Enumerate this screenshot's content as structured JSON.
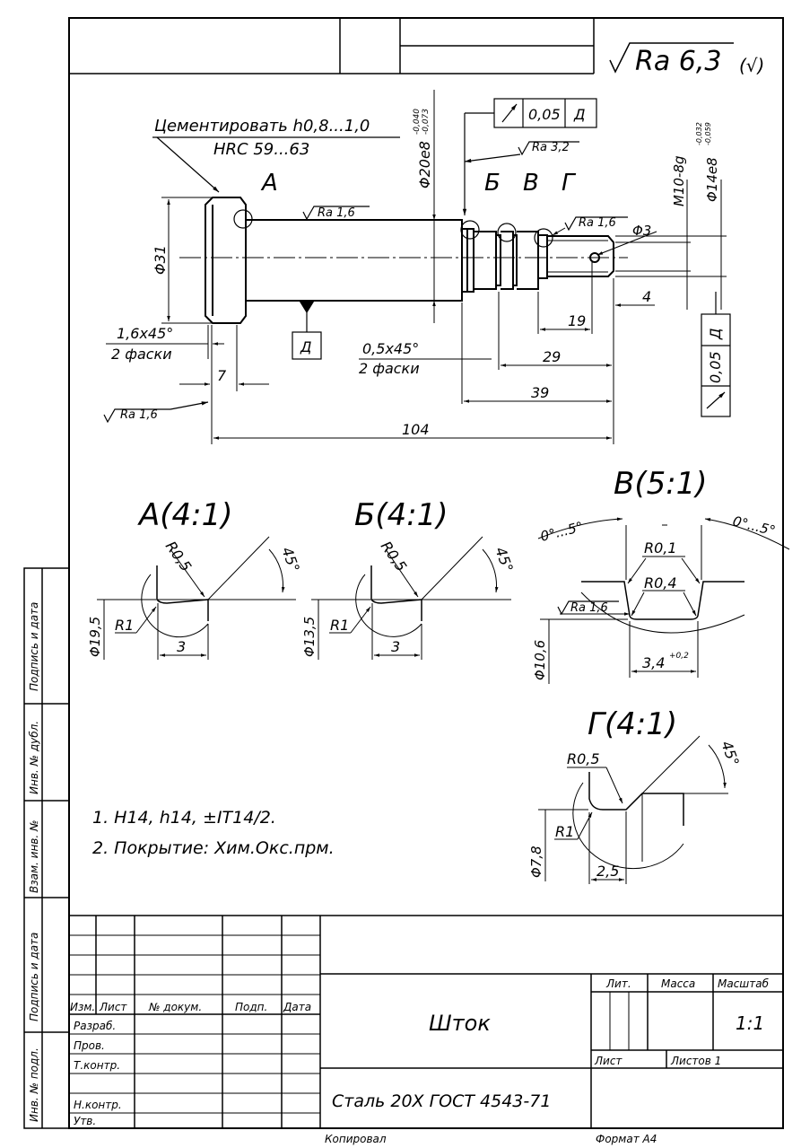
{
  "roughness": {
    "general": "Ra 6,3",
    "check": "(√)"
  },
  "main_view": {
    "note_line1": "Цементировать h0,8...1,0",
    "note_line2": "HRC 59...63",
    "labels": {
      "a": "А",
      "b": "Б",
      "v": "В",
      "g": "Г"
    },
    "dia_main": "Φ20e8",
    "dia_main_tol_upper": "-0,040",
    "dia_main_tol_lower": "-0,073",
    "thread": "M10-8g",
    "dia_end": "Φ14e8",
    "dia_end_tol_upper": "-0,032",
    "dia_end_tol_lower": "-0,059",
    "dia_head": "Φ31",
    "hole": "Φ3",
    "ra_shaft": "Ra 1,6",
    "ra_mid": "Ra 3,2",
    "ra_end": "Ra 1,6",
    "ra_face": "Ra 1,6",
    "chamfer1_line1": "1,6x45°",
    "chamfer1_line2": "2 фаски",
    "chamfer2_line1": "0,5x45°",
    "chamfer2_line2": "2 фаски",
    "datum": "Д",
    "tol_top": {
      "value": "0,05",
      "datum": "Д"
    },
    "tol_side": {
      "value": "0,05",
      "datum": "Д"
    },
    "dims": {
      "d7": "7",
      "d104": "104",
      "d39": "39",
      "d29": "29",
      "d19": "19",
      "d4": "4"
    }
  },
  "detail_a": {
    "title": "А(4:1)",
    "r1": "R0,5",
    "r2": "R1",
    "angle": "45°",
    "dia": "Φ19,5",
    "width": "3"
  },
  "detail_b": {
    "title": "Б(4:1)",
    "r1": "R0,5",
    "r2": "R1",
    "angle": "45°",
    "dia": "Φ13,5",
    "width": "3"
  },
  "detail_v": {
    "title": "В(5:1)",
    "r1": "R0,1",
    "r2": "R0,4",
    "angle_left": "0°...5°",
    "angle_right": "0°...5°",
    "ra": "Ra 1,6",
    "dia": "Φ10,6",
    "width": "3,4",
    "width_tol": "+0,2"
  },
  "detail_g": {
    "title": "Г(4:1)",
    "r1": "R0,5",
    "r2": "R1",
    "angle": "45°",
    "dia": "Φ7,8",
    "width": "2,5"
  },
  "notes": [
    "1. H14, h14, ±IT14/2.",
    "2. Покрытие: Хим.Окс.прм."
  ],
  "side_stamp": [
    "Подпись и дата",
    "Инв. № дубл.",
    "Взам. инв. №",
    "Подпись и дата",
    "Инв. № подл."
  ],
  "title_block": {
    "headers": {
      "izm": "Изм.",
      "list": "Лист",
      "doc": "№ докум.",
      "podp": "Подп.",
      "data": "Дата"
    },
    "roles": [
      "Разраб.",
      "Пров.",
      "Т.контр.",
      "",
      "Н.контр.",
      "Утв."
    ],
    "name": "Шток",
    "material": "Сталь 20Х ГОСТ 4543-71",
    "lit": "Лит.",
    "massa": "Масса",
    "masshtab": "Масштаб",
    "scale": "1:1",
    "sheet": "Лист",
    "sheets": "Листов 1"
  },
  "footer": {
    "copied": "Копировал",
    "format": "Формат А4"
  }
}
